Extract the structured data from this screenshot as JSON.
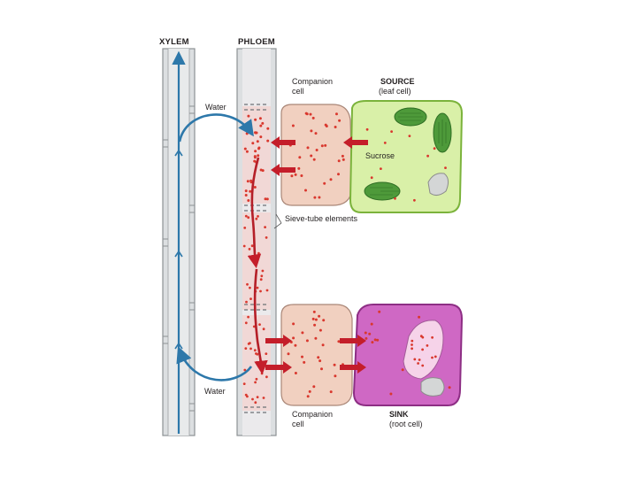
{
  "labels": {
    "xylem": "XYLEM",
    "phloem": "PHLOEM",
    "companion_top": [
      "Companion",
      "cell"
    ],
    "source": "SOURCE",
    "source_sub": "(leaf cell)",
    "water_top": "Water",
    "sucrose": "Sucrose",
    "sieve_tube": "Sieve-tube elements",
    "water_bottom": "Water",
    "companion_bottom": [
      "Companion",
      "cell"
    ],
    "sink": "SINK",
    "sink_sub": "(root cell)"
  },
  "colors": {
    "tube_fill": "#dcdfe1",
    "tube_stroke": "#8d9194",
    "water_blue": "#2d78aa",
    "sucrose_red": "#c41e2a",
    "dot_red": "#d9382e",
    "companion_fill": "#f1d0c0",
    "leaf_fill": "#d9f0a8",
    "leaf_stroke": "#7bb33b",
    "chloroplast": "#4e9a3a",
    "root_fill": "#cf68c4",
    "root_stroke": "#8d2e84",
    "vacuole": "#f6d3e9"
  }
}
